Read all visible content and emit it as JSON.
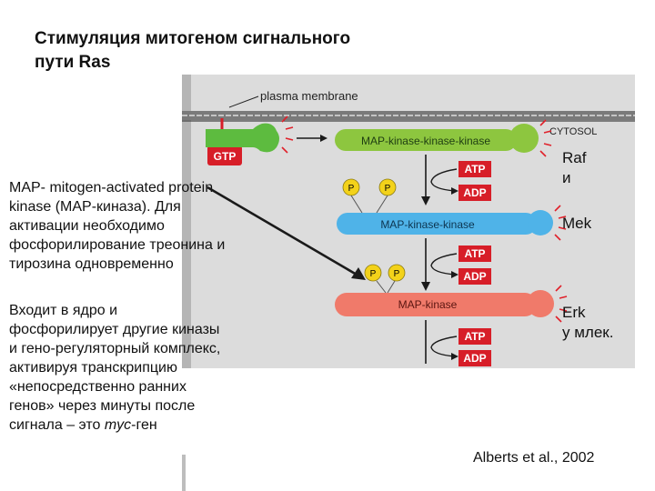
{
  "slide": {
    "title_line1": "Стимуляция митогеном сигнального",
    "title_line2": "пути Ras",
    "desc1_lines": [
      "MAP- mitogen-activated protein",
      "kinase (MAP-киназа). Для",
      "активации необходимо",
      "фосфорилирование треонина и",
      "тирозина одновременно"
    ],
    "desc2_lines": [
      "Входит в ядро и",
      "фосфорилирует другие киназы",
      "и гено-регуляторный комплекс,",
      "активируя транскрипцию",
      "«непосредственно ранних",
      "генов» через минуты после"
    ],
    "desc2_last_prefix": "сигнала – это ",
    "desc2_last_italic": "myc",
    "desc2_last_suffix": "-ген",
    "raf_line1": "Raf",
    "raf_line2": "и",
    "mek": "Mek",
    "erk_line1": "Erk",
    "erk_line2": "у млек.",
    "citation": "Alberts et al., 2002"
  },
  "figure": {
    "plasma_membrane": "plasma membrane",
    "cytosol": "CYTOSOL",
    "gtp": "GTP",
    "mapkkk": "MAP-kinase-kinase-kinase",
    "mapkk": "MAP-kinase-kinase",
    "mapk": "MAP-kinase",
    "atp": "ATP",
    "adp": "ADP",
    "p": "P"
  },
  "colors": {
    "figure_bg": "#dcdcdc",
    "membrane": "#6e6e6e",
    "gtp_red": "#d71e28",
    "ras_green": "#5dbb3f",
    "mapkkk_green": "#8dc63f",
    "mapkk_blue": "#4fb3e8",
    "mapk_red": "#f07a6a",
    "phosphate_yellow": "#f3d21a",
    "accent_red": "#e0202a",
    "arrow_black": "#1a1a1a"
  }
}
